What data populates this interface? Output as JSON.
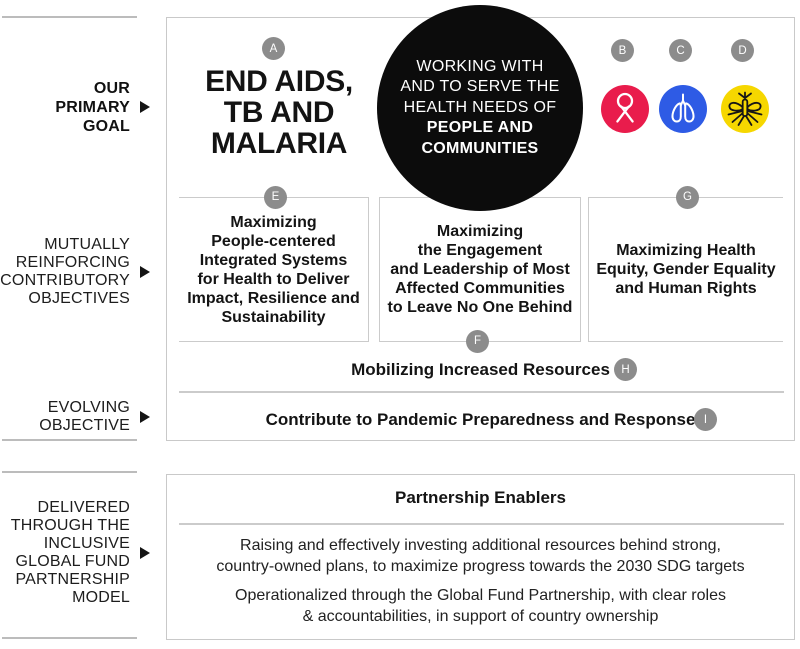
{
  "colors": {
    "disease_red": "#e91c4c",
    "disease_blue": "#2e5be5",
    "disease_yellow": "#f6d700",
    "badge_gray": "#8c8c8c",
    "goal_circle_black": "#0c0c0c",
    "line_gray": "#c9c9c9"
  },
  "left_rail": {
    "primary_goal_label": "OUR\nPRIMARY\nGOAL",
    "contributory_label": "MUTUALLY\nREINFORCING\nCONTRIBUTORY\nOBJECTIVES",
    "evolving_label": "EVOLVING\nOBJECTIVE",
    "partnership_label": "DELIVERED\nTHROUGH THE\nINCLUSIVE\nGLOBAL FUND\nPARTNERSHIP\nMODEL"
  },
  "primary_goal": {
    "badge": "A",
    "title": "END AIDS,\nTB AND\nMALARIA",
    "circle_text_regular": "WORKING WITH\nAND TO SERVE THE\nHEALTH NEEDS OF",
    "circle_text_bold": "PEOPLE AND\nCOMMUNITIES",
    "diseases": [
      {
        "badge": "B",
        "icon": "aids-ribbon",
        "color": "#e91c4c"
      },
      {
        "badge": "C",
        "icon": "tb-lungs",
        "color": "#2e5be5"
      },
      {
        "badge": "D",
        "icon": "malaria-mosquito",
        "color": "#f6d700"
      }
    ]
  },
  "objectives": {
    "col1": {
      "badge": "E",
      "text": "Maximizing\nPeople-centered\nIntegrated Systems\nfor Health to Deliver\nImpact, Resilience and\nSustainability"
    },
    "col2": {
      "badge": "F",
      "text": "Maximizing\nthe Engagement\nand Leadership of Most\nAffected Communities\nto Leave No One Behind"
    },
    "col3": {
      "badge": "G",
      "text": "Maximizing Health\nEquity, Gender Equality\nand Human Rights"
    },
    "mobilizing": {
      "badge": "H",
      "text": "Mobilizing Increased Resources"
    },
    "pandemic": {
      "badge": "I",
      "text": "Contribute to Pandemic Preparedness and Response"
    }
  },
  "partnership": {
    "title": "Partnership Enablers",
    "paragraph1": "Raising and effectively investing additional resources behind strong,\ncountry-owned plans, to maximize progress towards the 2030 SDG targets",
    "paragraph2": "Operationalized through the Global Fund Partnership, with clear roles\n& accountabilities, in support of country ownership"
  }
}
